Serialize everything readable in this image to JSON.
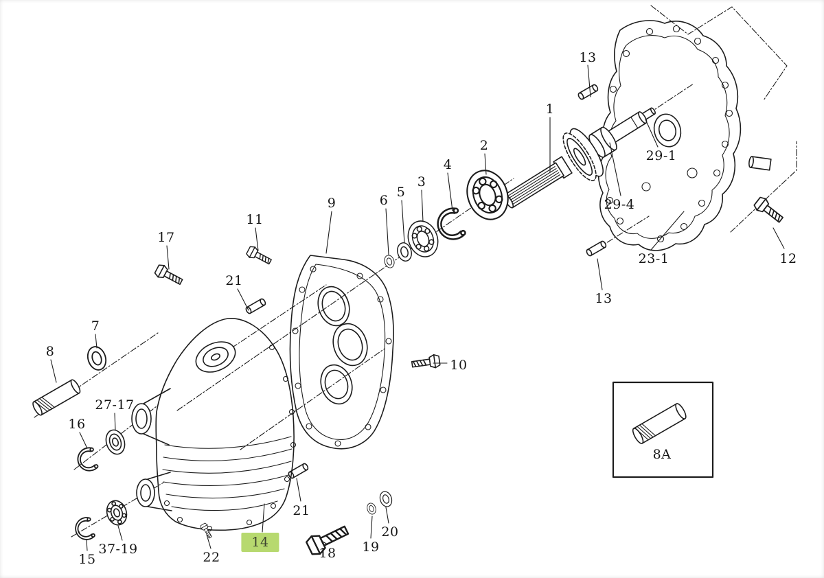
{
  "diagram": {
    "type": "exploded-parts-diagram",
    "subject": "Transmission case exploded view",
    "background_color": "#ffffff",
    "line_color": "#1c1c1c",
    "highlight": {
      "part": "14",
      "color": "#b7d96f"
    },
    "labels": [
      {
        "part": "13",
        "text": "13"
      },
      {
        "part": "1",
        "text": "1"
      },
      {
        "part": "29-1",
        "text": "29-1"
      },
      {
        "part": "2",
        "text": "2"
      },
      {
        "part": "4",
        "text": "4"
      },
      {
        "part": "29-4",
        "text": "29-4"
      },
      {
        "part": "3",
        "text": "3"
      },
      {
        "part": "5",
        "text": "5"
      },
      {
        "part": "6",
        "text": "6"
      },
      {
        "part": "9",
        "text": "9"
      },
      {
        "part": "23-1",
        "text": "23-1"
      },
      {
        "part": "12",
        "text": "12"
      },
      {
        "part": "11",
        "text": "11"
      },
      {
        "part": "17",
        "text": "17"
      },
      {
        "part": "13",
        "text": "13"
      },
      {
        "part": "21",
        "text": "21"
      },
      {
        "part": "7",
        "text": "7"
      },
      {
        "part": "8",
        "text": "8"
      },
      {
        "part": "10",
        "text": "10"
      },
      {
        "part": "27-17",
        "text": "27-17"
      },
      {
        "part": "16",
        "text": "16"
      },
      {
        "part": "8A",
        "text": "8A"
      },
      {
        "part": "21",
        "text": "21"
      },
      {
        "part": "14",
        "text": "14",
        "highlighted": true
      },
      {
        "part": "18",
        "text": "18"
      },
      {
        "part": "19",
        "text": "19"
      },
      {
        "part": "20",
        "text": "20"
      },
      {
        "part": "22",
        "text": "22"
      },
      {
        "part": "15",
        "text": "15"
      },
      {
        "part": "37-19",
        "text": "37-19"
      }
    ]
  }
}
